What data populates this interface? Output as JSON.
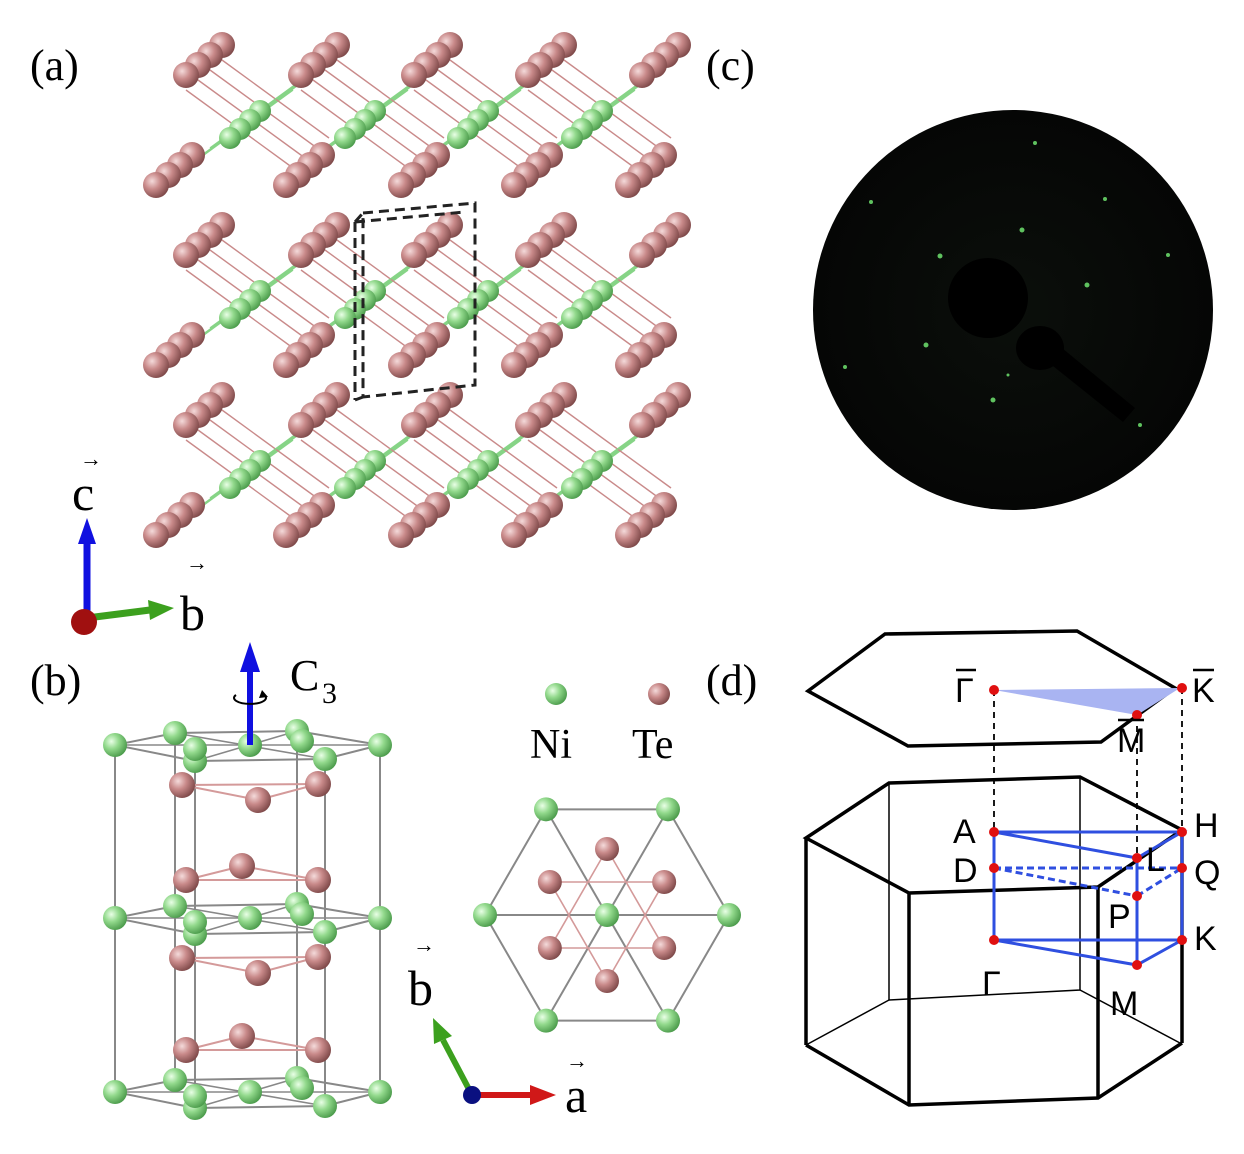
{
  "panels": {
    "a": {
      "label": "(a)"
    },
    "b": {
      "label": "(b)"
    },
    "c": {
      "label": "(c)"
    },
    "d": {
      "label": "(d)"
    }
  },
  "axes_a": {
    "c": "c",
    "b": "b"
  },
  "axes_b": {
    "b": "b",
    "a": "a",
    "symmetry": "C",
    "symmetry_sub": "3"
  },
  "legend": [
    {
      "label": "Ni",
      "color": "#86d486"
    },
    {
      "label": "Te",
      "color": "#c98a8a"
    }
  ],
  "bz_points": {
    "Gamma_bar": "Γ",
    "K_bar": "K",
    "M_bar": "M",
    "A": "A",
    "H": "H",
    "L": "L",
    "D": "D",
    "Q": "Q",
    "P": "P",
    "K": "K",
    "Gamma": "Γ",
    "M": "M"
  },
  "colors": {
    "ni": "#86d486",
    "te": "#c98a8a",
    "bz_path": "#2f4fe0",
    "bz_point": "#e01010",
    "surface_wedge": "#a9b4f2",
    "axis_c": "#1010e0",
    "axis_b": "#3ca01e",
    "axis_a": "#d01818"
  }
}
